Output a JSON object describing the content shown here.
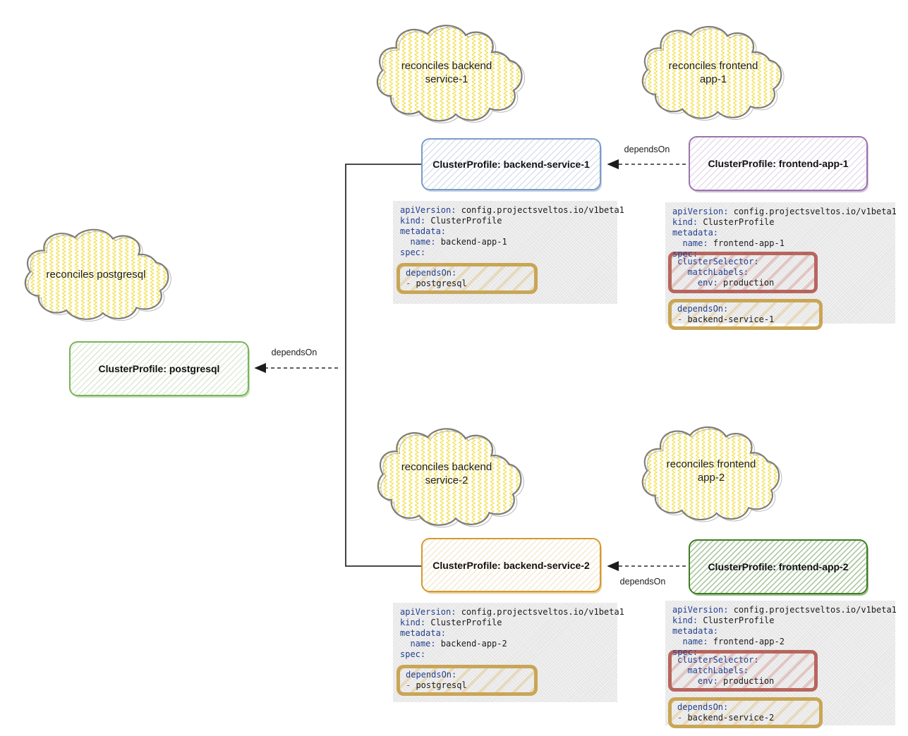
{
  "colors": {
    "yaml_key": "#24418f",
    "yaml_dash": "#a23b3b",
    "yaml_text": "#1b1b1b",
    "yaml_bg": "#e9e9e9",
    "cloud_zigzag": "#f2df45",
    "cloud_stroke": "#7c7c7c",
    "box_blue": "#7d9cc6",
    "box_purple": "#9a74ae",
    "box_green": "#7ab45c",
    "box_orange": "#d49a2e",
    "box_dark_green": "#3e7d22",
    "highlight_gold": "#c5a04a",
    "highlight_red": "#b25b52",
    "edge": "#2a2a2a"
  },
  "clouds": {
    "backend1": {
      "line1": "reconciles backend",
      "line2": "service-1"
    },
    "frontend1": {
      "line1": "reconciles frontend",
      "line2": "app-1"
    },
    "postgresql": {
      "line1": "reconciles postgresql",
      "line2": ""
    },
    "backend2": {
      "line1": "reconciles backend",
      "line2": "service-2"
    },
    "frontend2": {
      "line1": "reconciles frontend",
      "line2": "app-2"
    }
  },
  "boxes": {
    "backend1": "ClusterProfile: backend-service-1",
    "frontend1": "ClusterProfile: frontend-app-1",
    "postgresql": "ClusterProfile: postgresql",
    "backend2": "ClusterProfile: backend-service-2",
    "frontend2": "ClusterProfile: frontend-app-2"
  },
  "edges": {
    "frontend1_to_backend1": "dependsOn",
    "backends_to_postgresql": "dependsOn",
    "frontend2_to_backend2": "dependsOn"
  },
  "yaml": {
    "backend1": {
      "header": [
        [
          [
            "k",
            "apiVersion:"
          ],
          [
            "p",
            " config.projectsveltos.io/v1beta1"
          ]
        ],
        [
          [
            "k",
            "kind:"
          ],
          [
            "p",
            " ClusterProfile"
          ]
        ],
        [
          [
            "k",
            "metadata:"
          ]
        ],
        [
          [
            "p",
            "  "
          ],
          [
            "k",
            "name:"
          ],
          [
            "p",
            " backend-app-1"
          ]
        ],
        [
          [
            "k",
            "spec:"
          ]
        ]
      ],
      "depends_on": [
        [
          [
            "k",
            "dependsOn:"
          ]
        ],
        [
          [
            "d",
            "- "
          ],
          [
            "p",
            "postgresql"
          ]
        ]
      ]
    },
    "frontend1": {
      "header": [
        [
          [
            "k",
            "apiVersion:"
          ],
          [
            "p",
            " config.projectsveltos.io/v1beta1"
          ]
        ],
        [
          [
            "k",
            "kind:"
          ],
          [
            "p",
            " ClusterProfile"
          ]
        ],
        [
          [
            "k",
            "metadata:"
          ]
        ],
        [
          [
            "p",
            "  "
          ],
          [
            "k",
            "name:"
          ],
          [
            "p",
            " frontend-app-1"
          ]
        ],
        [
          [
            "k",
            "spec:"
          ]
        ]
      ],
      "cluster_selector": [
        [
          [
            "k",
            "clusterSelector:"
          ]
        ],
        [
          [
            "p",
            "  "
          ],
          [
            "k",
            "matchLabels:"
          ]
        ],
        [
          [
            "p",
            "    "
          ],
          [
            "k",
            "env:"
          ],
          [
            "p",
            " production"
          ]
        ]
      ],
      "depends_on": [
        [
          [
            "k",
            "dependsOn:"
          ]
        ],
        [
          [
            "d",
            "- "
          ],
          [
            "p",
            "backend-service-1"
          ]
        ]
      ]
    },
    "backend2": {
      "header": [
        [
          [
            "k",
            "apiVersion:"
          ],
          [
            "p",
            " config.projectsveltos.io/v1beta1"
          ]
        ],
        [
          [
            "k",
            "kind:"
          ],
          [
            "p",
            " ClusterProfile"
          ]
        ],
        [
          [
            "k",
            "metadata:"
          ]
        ],
        [
          [
            "p",
            "  "
          ],
          [
            "k",
            "name:"
          ],
          [
            "p",
            " backend-app-2"
          ]
        ],
        [
          [
            "k",
            "spec:"
          ]
        ]
      ],
      "depends_on": [
        [
          [
            "k",
            "dependsOn:"
          ]
        ],
        [
          [
            "d",
            "- "
          ],
          [
            "p",
            "postgresql"
          ]
        ]
      ]
    },
    "frontend2": {
      "header": [
        [
          [
            "k",
            "apiVersion:"
          ],
          [
            "p",
            " config.projectsveltos.io/v1beta1"
          ]
        ],
        [
          [
            "k",
            "kind:"
          ],
          [
            "p",
            " ClusterProfile"
          ]
        ],
        [
          [
            "k",
            "metadata:"
          ]
        ],
        [
          [
            "p",
            "  "
          ],
          [
            "k",
            "name:"
          ],
          [
            "p",
            " frontend-app-2"
          ]
        ],
        [
          [
            "k",
            "spec:"
          ]
        ]
      ],
      "cluster_selector": [
        [
          [
            "k",
            "clusterSelector:"
          ]
        ],
        [
          [
            "p",
            "  "
          ],
          [
            "k",
            "matchLabels:"
          ]
        ],
        [
          [
            "p",
            "    "
          ],
          [
            "k",
            "env:"
          ],
          [
            "p",
            " production"
          ]
        ]
      ],
      "depends_on": [
        [
          [
            "k",
            "dependsOn:"
          ]
        ],
        [
          [
            "d",
            "- "
          ],
          [
            "p",
            "backend-service-2"
          ]
        ]
      ]
    }
  }
}
